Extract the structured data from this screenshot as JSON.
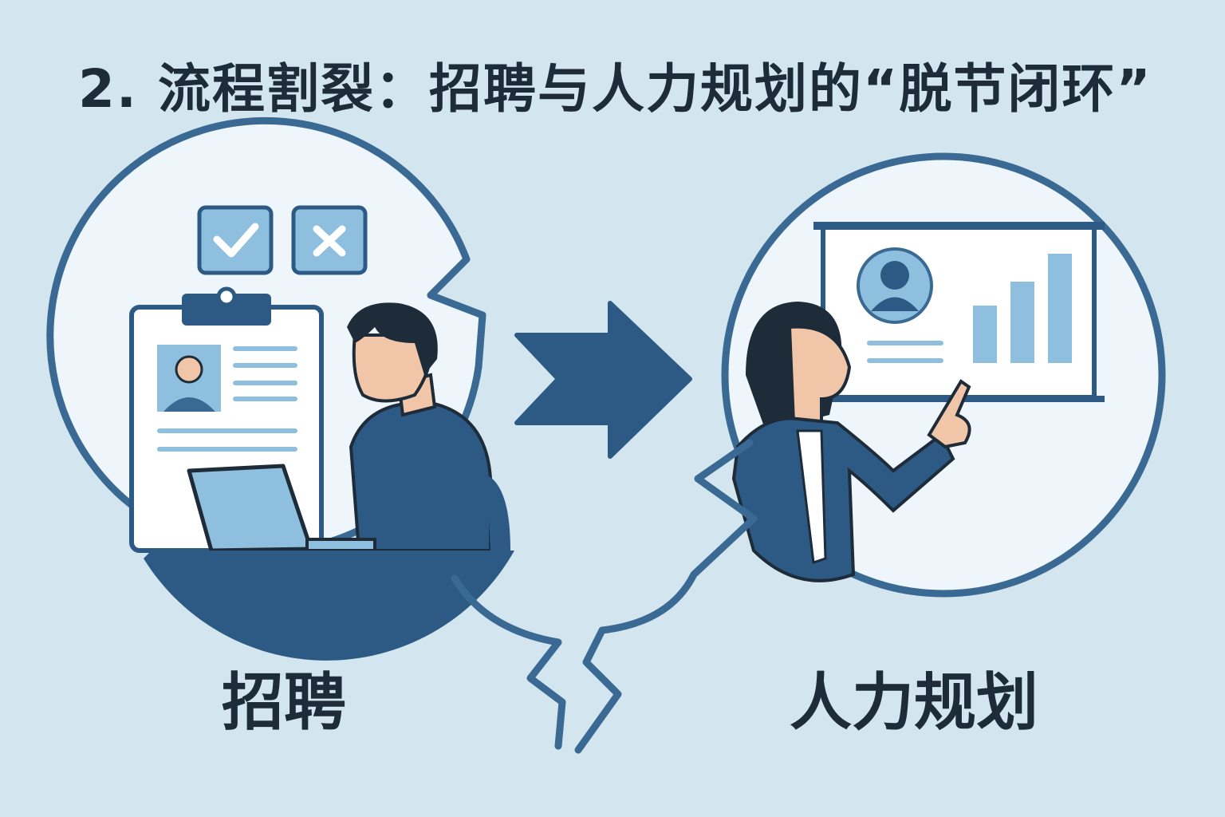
{
  "title": "2. 流程割裂：招聘与人力规划的“脱节闭环”",
  "left_panel": {
    "label": "招聘",
    "icons": [
      "check-icon",
      "x-icon",
      "resume-clipboard-icon",
      "laptop-icon"
    ]
  },
  "right_panel": {
    "label": "人力规划",
    "icons": [
      "presentation-board-icon",
      "avatar-icon",
      "bar-chart-icon"
    ]
  },
  "colors": {
    "background": "#d3e5ef",
    "stroke": "#3a6a94",
    "dark": "#2d5a84",
    "light_blue": "#8fbfdf",
    "text": "#1e2b38"
  }
}
